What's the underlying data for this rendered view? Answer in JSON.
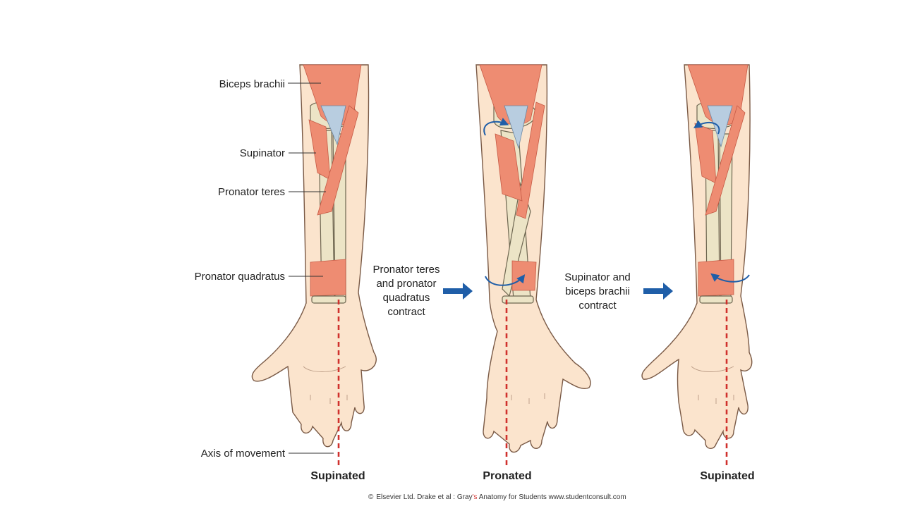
{
  "labels": {
    "biceps": "Biceps brachii",
    "supinator": "Supinator",
    "pronator_teres": "Pronator teres",
    "pronator_quadratus": "Pronator quadratus",
    "axis": "Axis of movement"
  },
  "step1": [
    "Pronator teres",
    "and pronator",
    "quadratus",
    "contract"
  ],
  "step2": [
    "Supinator and",
    "biceps brachii",
    "contract"
  ],
  "captions": {
    "left": "Supinated",
    "middle": "Pronated",
    "right": "Supinated"
  },
  "copyright": {
    "symbol": "©",
    "text_a": "Elsevier Ltd. Drake et al : Gray",
    "text_b": "'s",
    "text_c": " Anatomy for Students www.studentconsult.com"
  },
  "colors": {
    "muscle": "#ee8c72",
    "arrow": "#1f5ea8",
    "axis": "#d0312d"
  }
}
